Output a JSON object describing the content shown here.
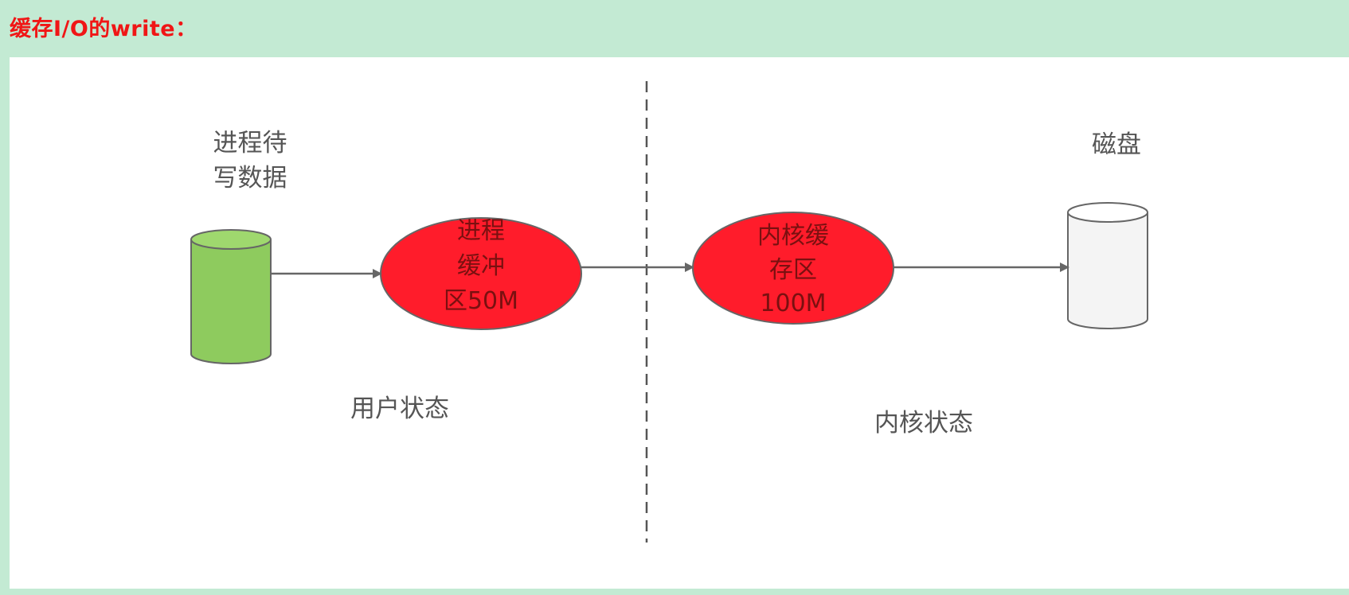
{
  "heading": "缓存I/O的write：",
  "colors": {
    "heading": "#f01616",
    "page_bg": "#c3ead3",
    "panel_bg": "#ffffff",
    "source_cylinder": "#8ecb5e",
    "buffer_ellipse": "#ff1c2b",
    "disk_cylinder": "#f4f4f4",
    "arrow": "#666666",
    "divider": "#555555"
  },
  "diagram": {
    "source": {
      "lines": [
        "进程待",
        "写数据"
      ]
    },
    "process_buffer": {
      "lines": [
        "进程",
        "缓冲",
        "区50M"
      ]
    },
    "kernel_buffer": {
      "lines": [
        "内核缓",
        "存区",
        "100M"
      ]
    },
    "disk": {
      "label": "磁盘"
    },
    "user_state_label": "用户状态",
    "kernel_state_label": "内核状态"
  }
}
